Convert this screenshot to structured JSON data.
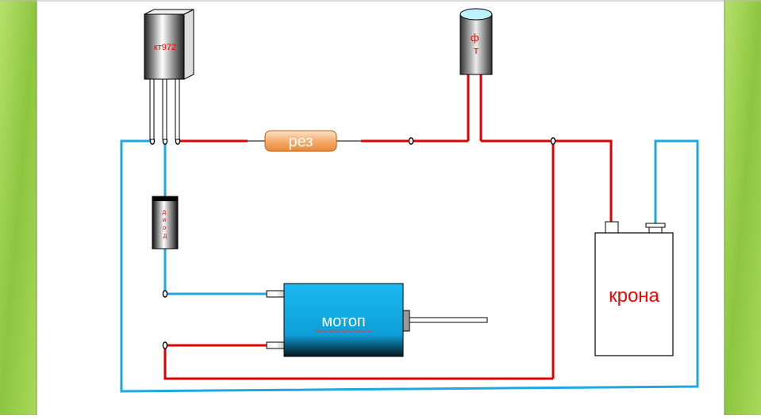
{
  "labels": {
    "transistor": "кт972",
    "photo": "ф т",
    "resistor": "рез",
    "diode": "д и о д",
    "motor": "мотоп",
    "battery": "крона"
  },
  "colors": {
    "red_wire": "#e00000",
    "blue_wire": "#1ea7e0",
    "slide_bg_green": "#8cc63f",
    "motor_body": "#18b4f0",
    "label_red": "#ff0000"
  }
}
